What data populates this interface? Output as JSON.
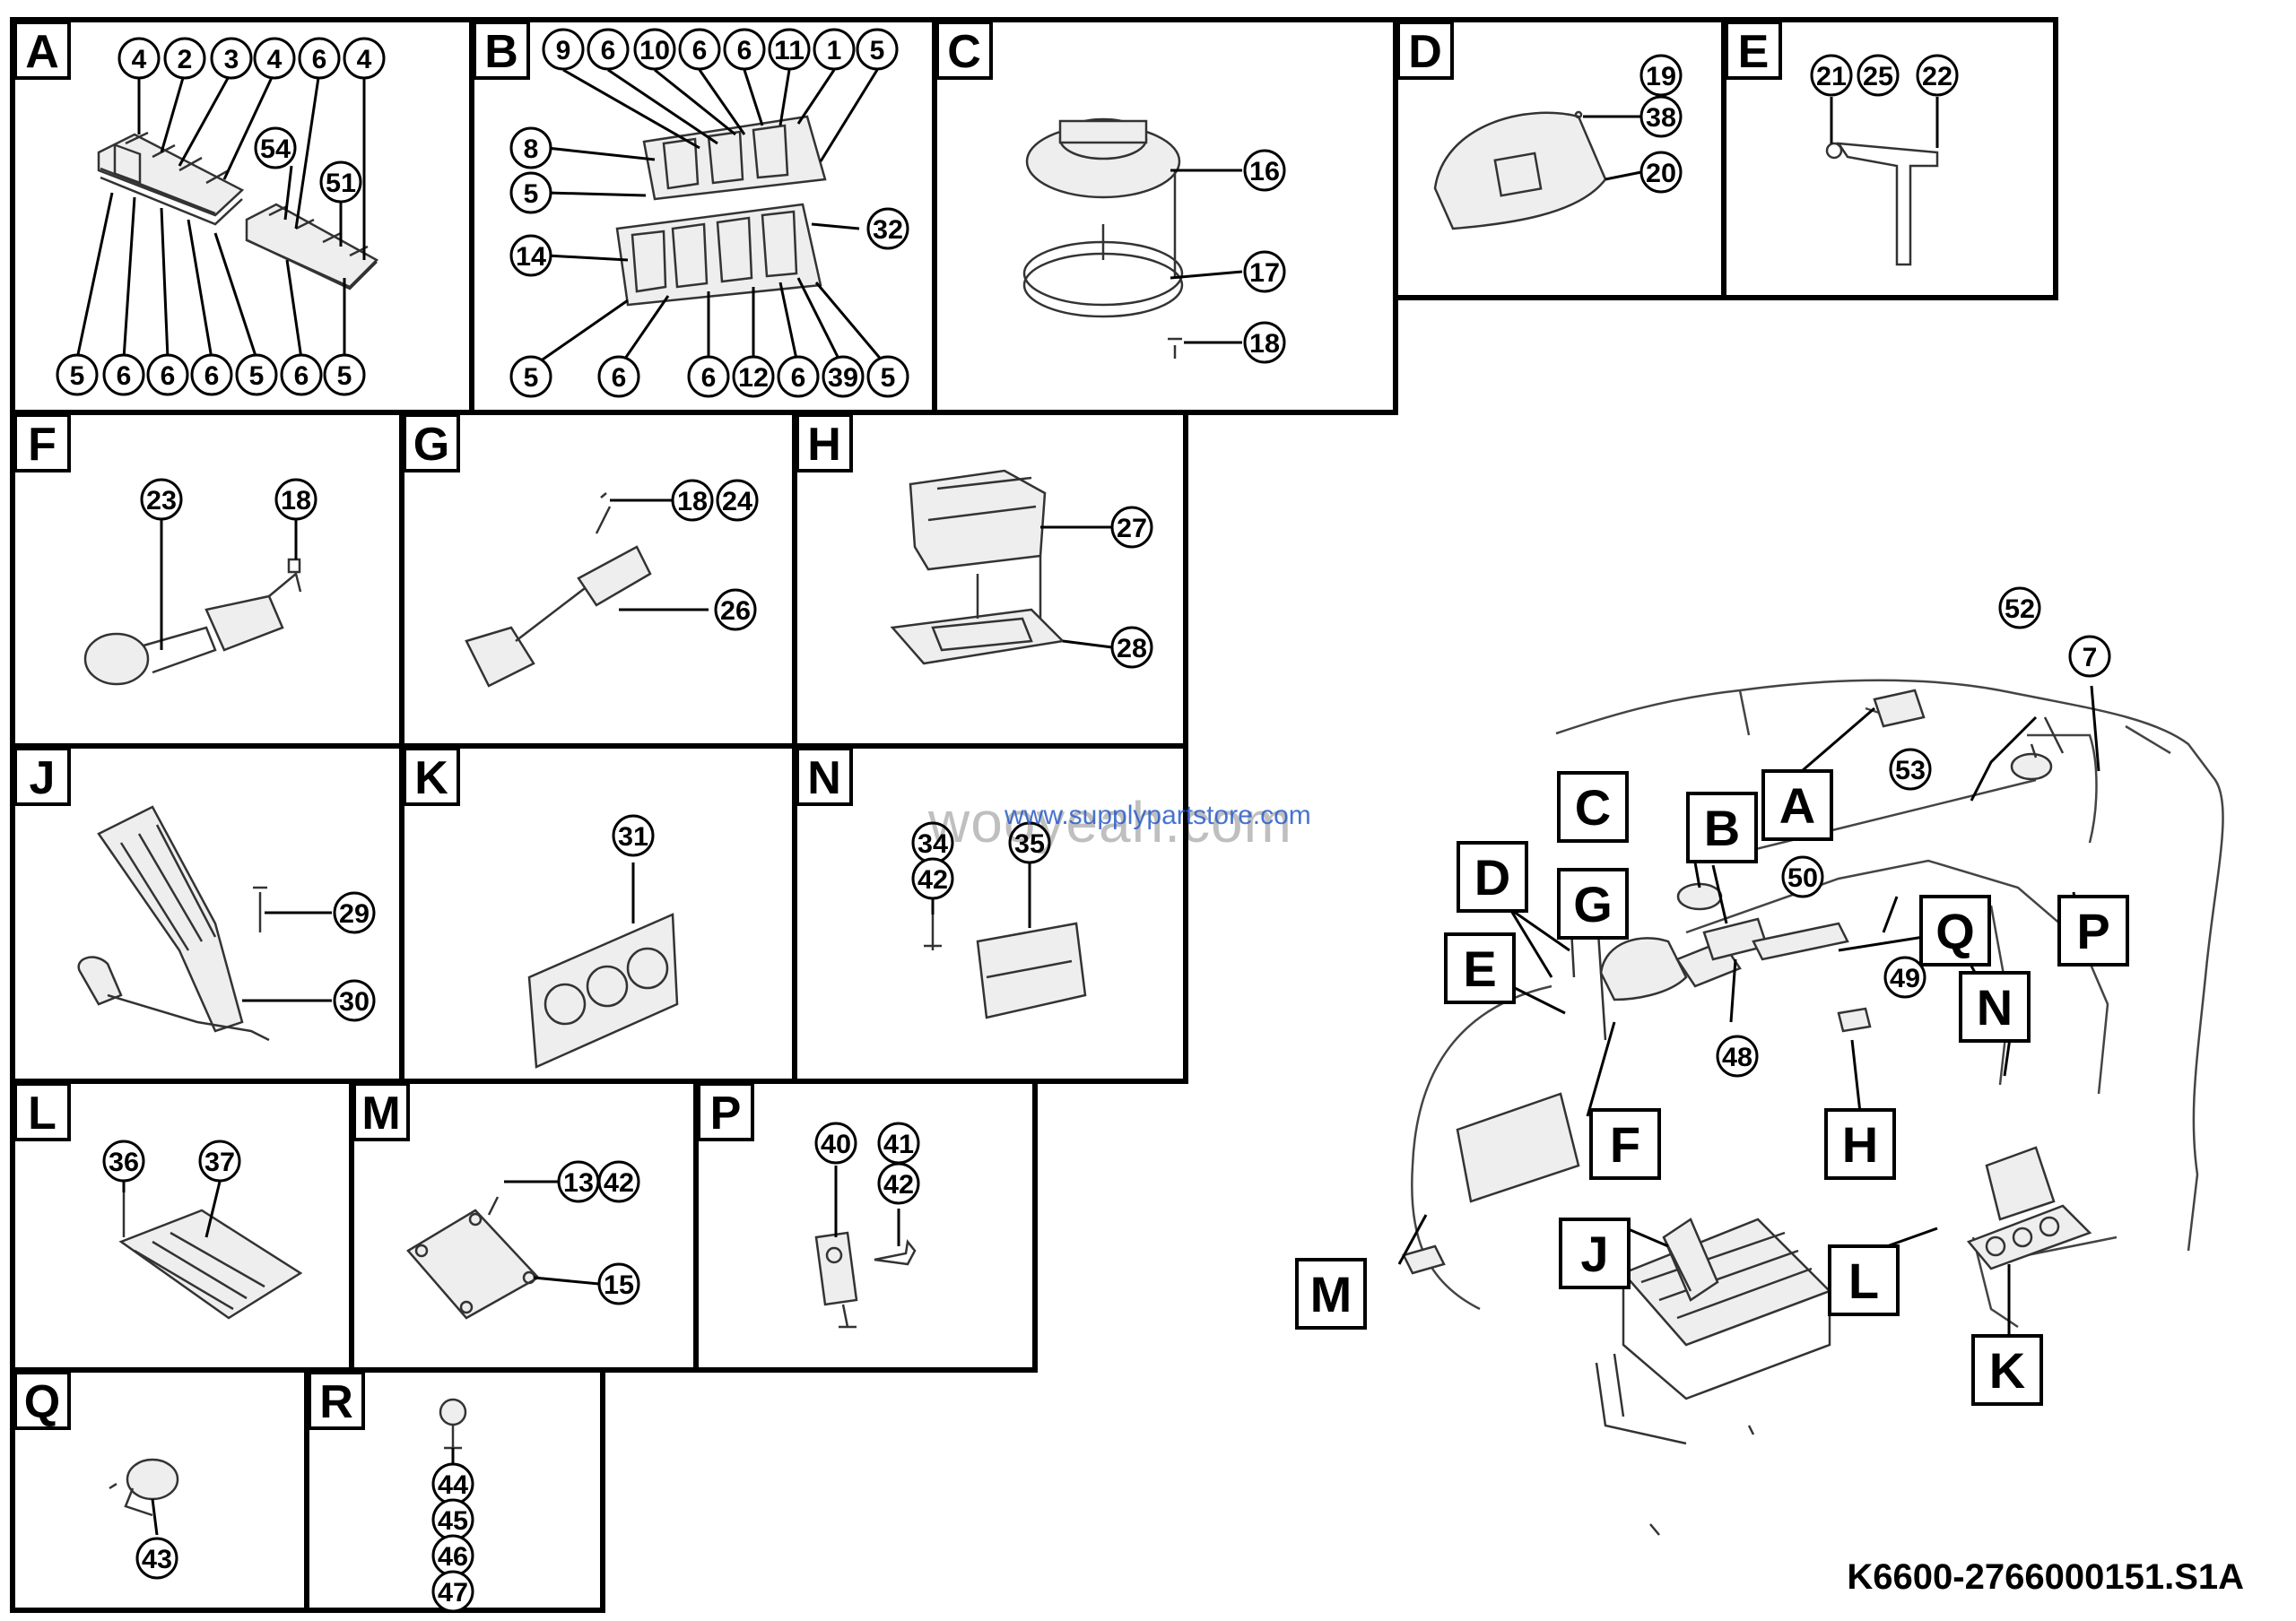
{
  "document_code": "K6600-2766000151.S1A",
  "watermark": {
    "primary": "wooyeah.com",
    "secondary": "www.supplypartstore.com"
  },
  "panels": {
    "A": {
      "letter": "A",
      "callouts": [
        "4",
        "2",
        "3",
        "4",
        "6",
        "4",
        "54",
        "51",
        "5",
        "6",
        "6",
        "6",
        "5",
        "6",
        "5"
      ]
    },
    "B": {
      "letter": "B",
      "callouts": [
        "9",
        "6",
        "10",
        "6",
        "6",
        "11",
        "1",
        "5",
        "8",
        "5",
        "32",
        "14",
        "5",
        "6",
        "6",
        "12",
        "6",
        "39",
        "5"
      ]
    },
    "C": {
      "letter": "C",
      "callouts": [
        "16",
        "17",
        "18"
      ]
    },
    "D": {
      "letter": "D",
      "callouts": [
        "19",
        "38",
        "20"
      ]
    },
    "E": {
      "letter": "E",
      "callouts": [
        "21",
        "25",
        "22"
      ]
    },
    "F": {
      "letter": "F",
      "callouts": [
        "23",
        "18"
      ]
    },
    "G": {
      "letter": "G",
      "callouts": [
        "18",
        "24",
        "26"
      ]
    },
    "H": {
      "letter": "H",
      "callouts": [
        "27",
        "28"
      ]
    },
    "J": {
      "letter": "J",
      "callouts": [
        "29",
        "30"
      ]
    },
    "K": {
      "letter": "K",
      "callouts": [
        "31"
      ]
    },
    "N": {
      "letter": "N",
      "callouts": [
        "34",
        "42",
        "35"
      ]
    },
    "L": {
      "letter": "L",
      "callouts": [
        "36",
        "37"
      ]
    },
    "M": {
      "letter": "M",
      "callouts": [
        "13",
        "42",
        "15"
      ]
    },
    "P": {
      "letter": "P",
      "callouts": [
        "40",
        "41",
        "42"
      ]
    },
    "Q": {
      "letter": "Q",
      "callouts": [
        "43"
      ]
    },
    "R": {
      "letter": "R",
      "callouts": [
        "44",
        "45",
        "46",
        "47"
      ]
    }
  },
  "overview": {
    "callouts": [
      "52",
      "7",
      "53",
      "50",
      "49",
      "48"
    ],
    "labels": [
      "A",
      "B",
      "C",
      "D",
      "E",
      "F",
      "G",
      "H",
      "J",
      "K",
      "L",
      "M",
      "N",
      "P",
      "Q"
    ]
  }
}
